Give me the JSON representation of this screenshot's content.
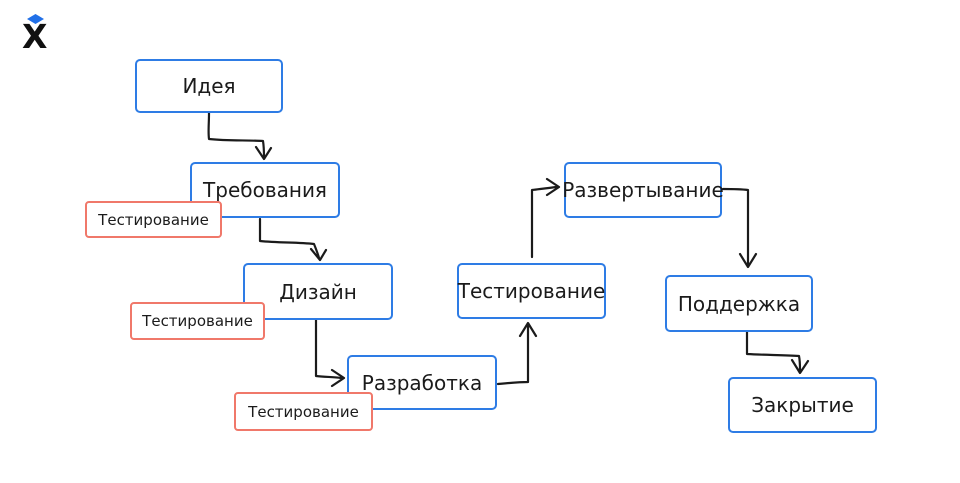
{
  "logo": {
    "letter": "X"
  },
  "colors": {
    "background": "#ffffff",
    "node_border": "#2e7ce5",
    "badge_border": "#f0786a",
    "arrow": "#1b1b1b",
    "logo_accent": "#2170e8"
  },
  "diagram": {
    "nodes": {
      "idea": "Идея",
      "requirements": "Требования",
      "design": "Дизайн",
      "development": "Разработка",
      "testing": "Тестирование",
      "deployment": "Развертывание",
      "support": "Поддержка",
      "closure": "Закрытие"
    },
    "badge_label": "Тестирование",
    "edges": [
      "Идея → Требования",
      "Требования → Дизайн",
      "Дизайн → Разработка",
      "Разработка → Тестирование",
      "Тестирование → Развертывание",
      "Развертывание → Поддержка",
      "Поддержка → Закрытие"
    ]
  }
}
